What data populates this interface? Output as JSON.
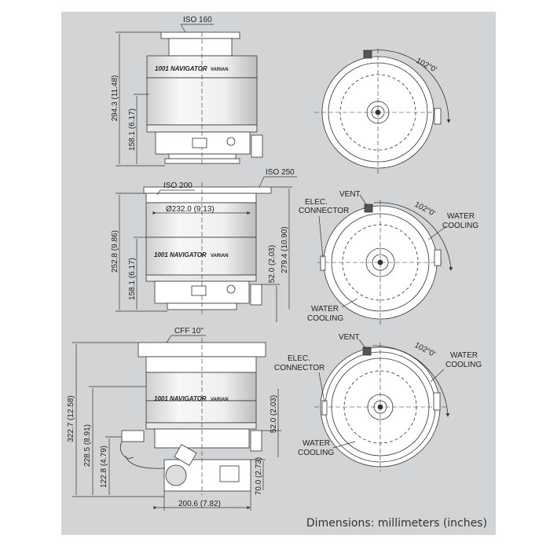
{
  "top": {
    "flange": "ISO 160",
    "h_total": "294.3 (11.48)",
    "h_lower": "158.1 (6.17)",
    "rot_angle": "102°0'"
  },
  "mid": {
    "flange_left": "ISO 200",
    "flange_right": "ISO 250",
    "diameter": "Ø232.0 (9.13)",
    "h_total": "252.8 (9.86)",
    "h_lower": "158.1 (6.17)",
    "h_right_total": "279.4 (10.90)",
    "h_right_small": "52.0 (2.03)",
    "vent": "VENT",
    "elec": [
      "ELEC.",
      "CONNECTOR"
    ],
    "water_top": [
      "WATER",
      "COOLING"
    ],
    "water_bottom": [
      "WATER",
      "COOLING"
    ],
    "rot_angle": "102°0'"
  },
  "bottom": {
    "flange": "CFF 10\"",
    "h_total": "322.7 (12.58)",
    "h_mid": "228.5 (8.91)",
    "h_low": "122.8 (4.79)",
    "h_right_small": "52.0 (2.03)",
    "h_base": "70.0 (2.73)",
    "width": "200.6 (7.82)",
    "vent": "VENT",
    "elec": [
      "ELEC.",
      "CONNECTOR"
    ],
    "water_top": [
      "WATER",
      "COOLING"
    ],
    "water_bottom": [
      "WATER",
      "COOLING"
    ],
    "rot_angle": "102°0'"
  },
  "pump_label": "1001 NAVIGATOR",
  "brand": "VARIAN",
  "footer": "Dimensions: millimeters (inches)"
}
